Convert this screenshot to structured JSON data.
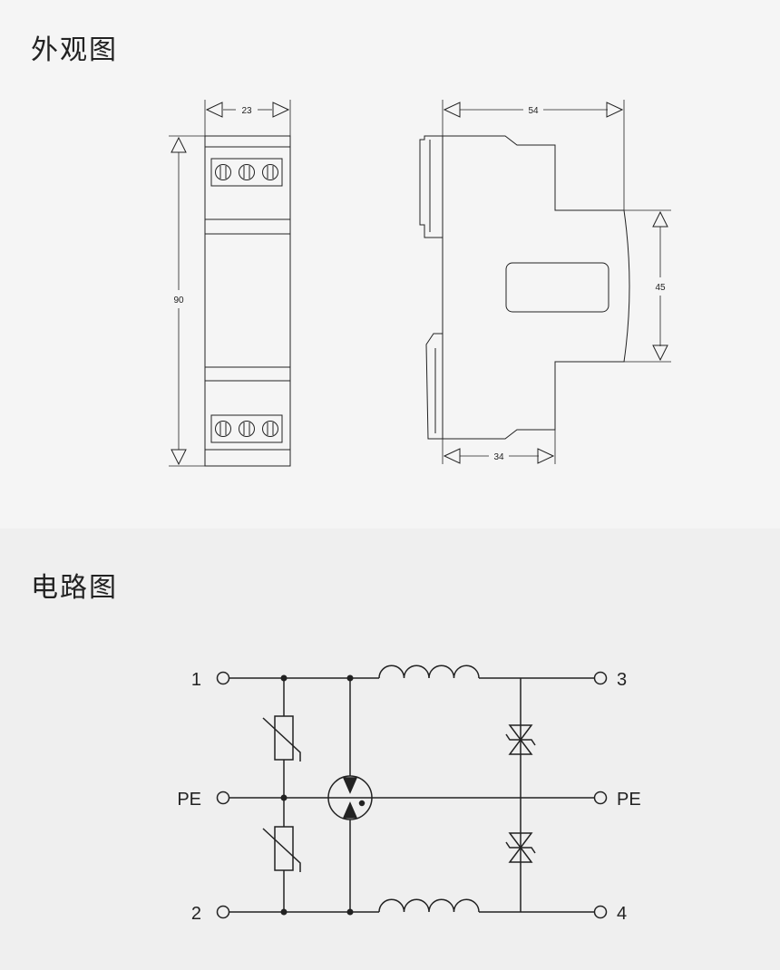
{
  "sections": {
    "appearance": {
      "title": "外观图"
    },
    "circuit": {
      "title": "电路图"
    }
  },
  "dimensions": {
    "front_width": "23",
    "front_height": "90",
    "side_width": "54",
    "side_height": "45",
    "side_base": "34"
  },
  "terminals": {
    "in_line": "1",
    "in_pe": "PE",
    "in_neutral": "2",
    "out_line": "3",
    "out_pe": "PE",
    "out_neutral": "4"
  },
  "colors": {
    "line": "#222222",
    "background_top": "#f5f5f5",
    "background_bottom": "#efefef"
  }
}
